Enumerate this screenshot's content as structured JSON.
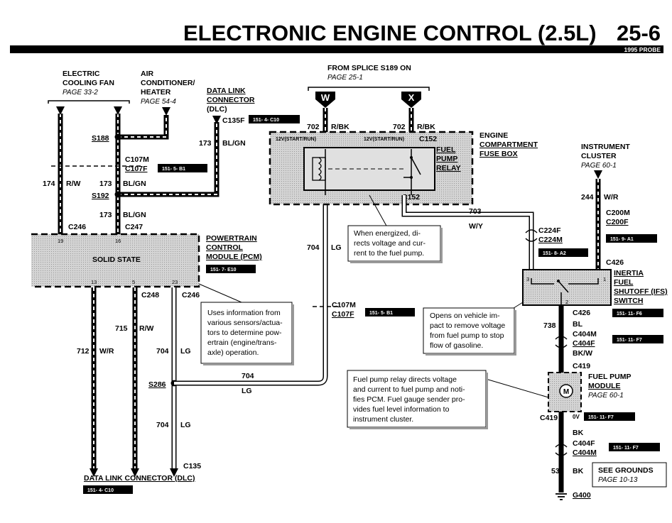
{
  "header": {
    "title": "ELECTRONIC ENGINE CONTROL (2.5L)",
    "page_number": "25-6",
    "model": "1995 PROBE"
  },
  "connections": {
    "cooling_fan": {
      "name_line1": "ELECTRIC",
      "name_line2": "COOLING FAN",
      "page": "PAGE 33-2"
    },
    "ac_heater": {
      "name_line1": "AIR",
      "name_line2": "CONDITIONER/",
      "name_line3": "HEATER",
      "page": "PAGE 54-4"
    },
    "dlc_top": {
      "name_line1": "DATA LINK",
      "name_line2": "CONNECTOR",
      "name_line3": "(DLC)"
    },
    "splice_from": {
      "name": "FROM SPLICE S189 ON",
      "page": "PAGE 25-1",
      "left_letter": "W",
      "right_letter": "X"
    },
    "instrument_cluster": {
      "name_line1": "INSTRUMENT",
      "name_line2": "CLUSTER",
      "page": "PAGE 60-1"
    },
    "dlc_bottom": {
      "name": "DATA LINK CONNECTOR (DLC)"
    }
  },
  "components": {
    "fuse_box": {
      "name_line1": "ENGINE",
      "name_line2": "COMPARTMENT",
      "name_line3": "FUSE BOX",
      "left_label": "12V(START/RUN)",
      "right_label": "12V(START/RUN)"
    },
    "fuel_pump_relay": {
      "name_line1": "FUEL",
      "name_line2": "PUMP",
      "name_line3": "RELAY"
    },
    "pcm": {
      "name_line1": "POWERTRAIN",
      "name_line2": "CONTROL",
      "name_line3": "MODULE (PCM)",
      "body": "SOLID STATE"
    },
    "ifs": {
      "name_line1": "INERTIA",
      "name_line2": "FUEL",
      "name_line3": "SHUTOFF (IFS)",
      "name_line4": "SWITCH"
    },
    "fuel_pump_module": {
      "name_line1": "FUEL PUMP",
      "name_line2": "MODULE",
      "page": "PAGE 60-1",
      "motor": "M"
    },
    "ground": {
      "name": "G400"
    }
  },
  "grounds_box": {
    "line1": "SEE GROUNDS",
    "line2": "PAGE 10-13"
  },
  "notes": {
    "relay": [
      "When energized, di-",
      "rects voltage and cur-",
      "rent to the fuel pump."
    ],
    "pcm": [
      "Uses information from",
      "various sensors/actua-",
      "tors to determine pow-",
      "ertrain (engine/trans-",
      "axle) operation."
    ],
    "ifs": [
      "Opens on vehicle im-",
      "pact to remove voltage",
      "from fuel pump to stop",
      "flow of gasoline."
    ],
    "pump": [
      "Fuel pump relay directs voltage",
      "and current to fuel pump and noti-",
      "fies PCM. Fuel gauge sender pro-",
      "vides fuel level information to",
      "instrument cluster."
    ]
  },
  "wires": {
    "w702_left": {
      "circuit": "702",
      "color": "R/BK"
    },
    "w702_right": {
      "circuit": "702",
      "color": "R/BK"
    },
    "w173_dlc": {
      "circuit": "173",
      "color": "BL/GN"
    },
    "w174": {
      "circuit": "174",
      "color": "R/W"
    },
    "w173_mid": {
      "circuit": "173",
      "color": "BL/GN"
    },
    "w173_low": {
      "circuit": "173",
      "color": "BL/GN"
    },
    "w704_relay": {
      "circuit": "704",
      "color": "LG"
    },
    "w703": {
      "circuit": "703",
      "color": "W/Y"
    },
    "w244": {
      "circuit": "244",
      "color": "W/R"
    },
    "w738": {
      "circuit": "738",
      "color": "BL"
    },
    "w_bkw": {
      "color": "BK/W"
    },
    "w_bk": {
      "color": "BK"
    },
    "w53": {
      "circuit": "53",
      "color": "BK"
    },
    "w715": {
      "circuit": "715",
      "color": "R/W"
    },
    "w712": {
      "circuit": "712",
      "color": "W/R"
    },
    "w704_up": {
      "circuit": "704",
      "color": "LG"
    },
    "w704_down": {
      "circuit": "704",
      "color": "LG"
    },
    "w704_s286": {
      "circuit": "704",
      "color": "LG"
    }
  },
  "connectors": {
    "c135f": "C135F",
    "c152_top": "C152",
    "c152_bot": "C152",
    "c107m": "C107M",
    "c107f": "C107F",
    "c246_l": "C246",
    "c247": "C247",
    "c248": "C248",
    "c246_r": "C246",
    "c107m_b": "C107M",
    "c107f_b": "C107F",
    "c224f": "C224F",
    "c224m": "C224M",
    "c200m": "C200M",
    "c200f": "C200F",
    "c426_top": "C426",
    "c426_bot": "C426",
    "c404m": "C404M",
    "c404f": "C404F",
    "c419_top": "C419",
    "c419_bot": "C419",
    "c404f_b": "C404F",
    "c404m_b": "C404M",
    "c135": "C135",
    "volt_0v": "0V"
  },
  "splices": {
    "s188": "S188",
    "s192": "S192",
    "s286": "S286"
  },
  "pins": {
    "pcm_19": "19",
    "pcm_16": "16",
    "pcm_13": "13",
    "pcm_5": "5",
    "pcm_23": "23",
    "ifs_3": "3",
    "ifs_1": "1",
    "ifs_2": "2"
  },
  "locator_tags": {
    "c135f": "151-   4-   C10",
    "c107": "151-   5-   B1",
    "pcm": "151-   7-   E10",
    "c107_b": "151-   5-   B1",
    "c224": "151-   8-   A2",
    "c200": "151-   9-   A1",
    "c426": "151-   11-   F6",
    "c404": "151-   11-   F7",
    "c419": "151-   11-   F7",
    "c404_b": "151-   11-   F7",
    "dlc": "151-   4-   C10"
  }
}
